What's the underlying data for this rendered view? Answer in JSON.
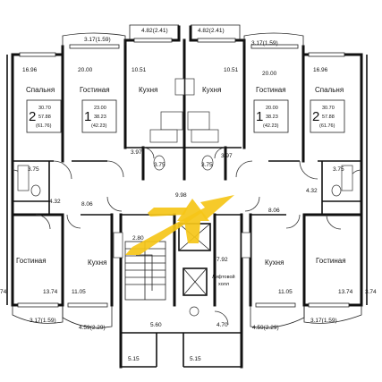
{
  "plan": {
    "top": {
      "balcony_left": "3.17(1.59)",
      "balcony_center_left": "4.82(2.41)",
      "balcony_center_right": "4.82(2.41)",
      "balcony_right": "3.17(1.59)"
    },
    "rooms": {
      "bedroom_left_area": "16.96",
      "bedroom_left_name": "Спальня",
      "living_left_area": "20.00",
      "living_left_name": "Гостиная",
      "kitchen_tl_area": "10.51",
      "kitchen_tl_name": "Кухня",
      "kitchen_tr_area": "10.51",
      "kitchen_tr_name": "Кухня",
      "living_right_area": "20.00",
      "living_right_name": "Гостиная",
      "bedroom_right_area": "16.96",
      "bedroom_right_name": "Спальня",
      "bath_left": "3.75",
      "corridor_left": "4.32",
      "hall_left": "8.06",
      "wc_c1": "3.97",
      "wc_c2": "3.75",
      "wc_c3": "3.75",
      "wc_c4": "3.97",
      "lobby": "9.98",
      "hall_right": "8.06",
      "corridor_right": "4.32",
      "bath_right": "3.75",
      "stair_area": "2.80",
      "elevator_area": "7.92",
      "elevator_label_1": "Лифтовой",
      "elevator_label_2": "холл",
      "living_bl_name": "Гостиная",
      "kitchen_bl_name": "Кухня",
      "kitchen_br_name": "Кухня",
      "living_br_name": "Гостиная",
      "living_bl_area": "13.74",
      "kitchen_bl_area": "11.05",
      "kitchen_br_area": "11.05",
      "living_br_area": "13.74",
      "edge_left": "74",
      "edge_right": "3.74"
    },
    "apartments": {
      "left": {
        "rooms": "2",
        "a1": "30.70",
        "a2": "57.88",
        "a3": "(61.76)"
      },
      "center_left": {
        "rooms": "1",
        "a1": "23.00",
        "a2": "38.23",
        "a3": "(42.23)"
      },
      "center_right": {
        "rooms": "1",
        "a1": "20.00",
        "a2": "38.23",
        "a3": "(42.23)"
      },
      "right": {
        "rooms": "2",
        "a1": "30.70",
        "a2": "57.88",
        "a3": "(61.76)"
      }
    },
    "bottom": {
      "balcony_left": "3.17(1.59)",
      "loggia_left": "4.59(2.29)",
      "vest_left": "5.60",
      "vest_right": "4.70",
      "loggia_right": "4.59(2.29)",
      "balcony_right": "3.17(1.59)",
      "stair_b1": "5.15",
      "stair_b2": "5.15"
    },
    "colors": {
      "arrow": "#f5c518",
      "walls": "#111111"
    }
  }
}
